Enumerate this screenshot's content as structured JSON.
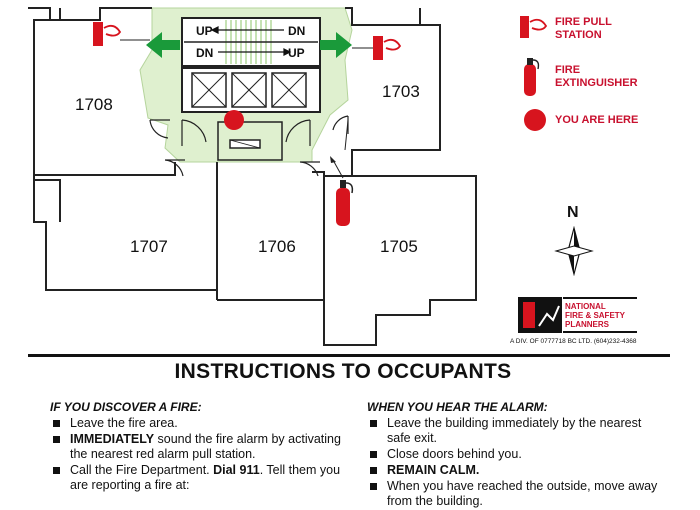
{
  "floor_plan": {
    "units": [
      "1708",
      "1703",
      "1707",
      "1706",
      "1705"
    ],
    "stair_labels": [
      "UP",
      "DN",
      "DN",
      "UP"
    ]
  },
  "legend": {
    "items": [
      {
        "icon": "fire-pull-station-icon",
        "label": "FIRE PULL\nSTATION"
      },
      {
        "icon": "fire-extinguisher-icon",
        "label": "FIRE\nEXTINGUISHER"
      },
      {
        "icon": "you-are-here-icon",
        "label": "YOU ARE HERE"
      }
    ]
  },
  "north_label": "N",
  "logo": {
    "name": "NATIONAL\nFIRE & SAFETY\nPLANNERS",
    "subtitle": "A DIV. OF 0777718 BC LTD. (604)232-4368"
  },
  "title": "INSTRUCTIONS TO OCCUPANTS",
  "left_column": {
    "heading": "IF YOU DISCOVER A FIRE:",
    "items": [
      {
        "bold": "",
        "text": "Leave the fire area."
      },
      {
        "bold": "IMMEDIATELY",
        "text": " sound the fire alarm by activating the nearest red alarm pull station."
      },
      {
        "bold": "",
        "text": "Call the Fire Department.  ",
        "bold2": "Dial 911",
        "text2": ". Tell them you are reporting a fire at:"
      }
    ]
  },
  "right_column": {
    "heading": "WHEN YOU HEAR THE ALARM:",
    "items": [
      {
        "bold": "",
        "text": "Leave the building immediately by the nearest safe exit."
      },
      {
        "bold": "",
        "text": "Close doors behind you."
      },
      {
        "bold": "REMAIN CALM.",
        "text": ""
      },
      {
        "bold": "",
        "text": "When you have reached the outside, move away from the building."
      }
    ]
  },
  "colors": {
    "corridor": "#dff0cf",
    "arrow": "#1a9a3a",
    "red": "#d7141e",
    "wall": "#222222"
  }
}
